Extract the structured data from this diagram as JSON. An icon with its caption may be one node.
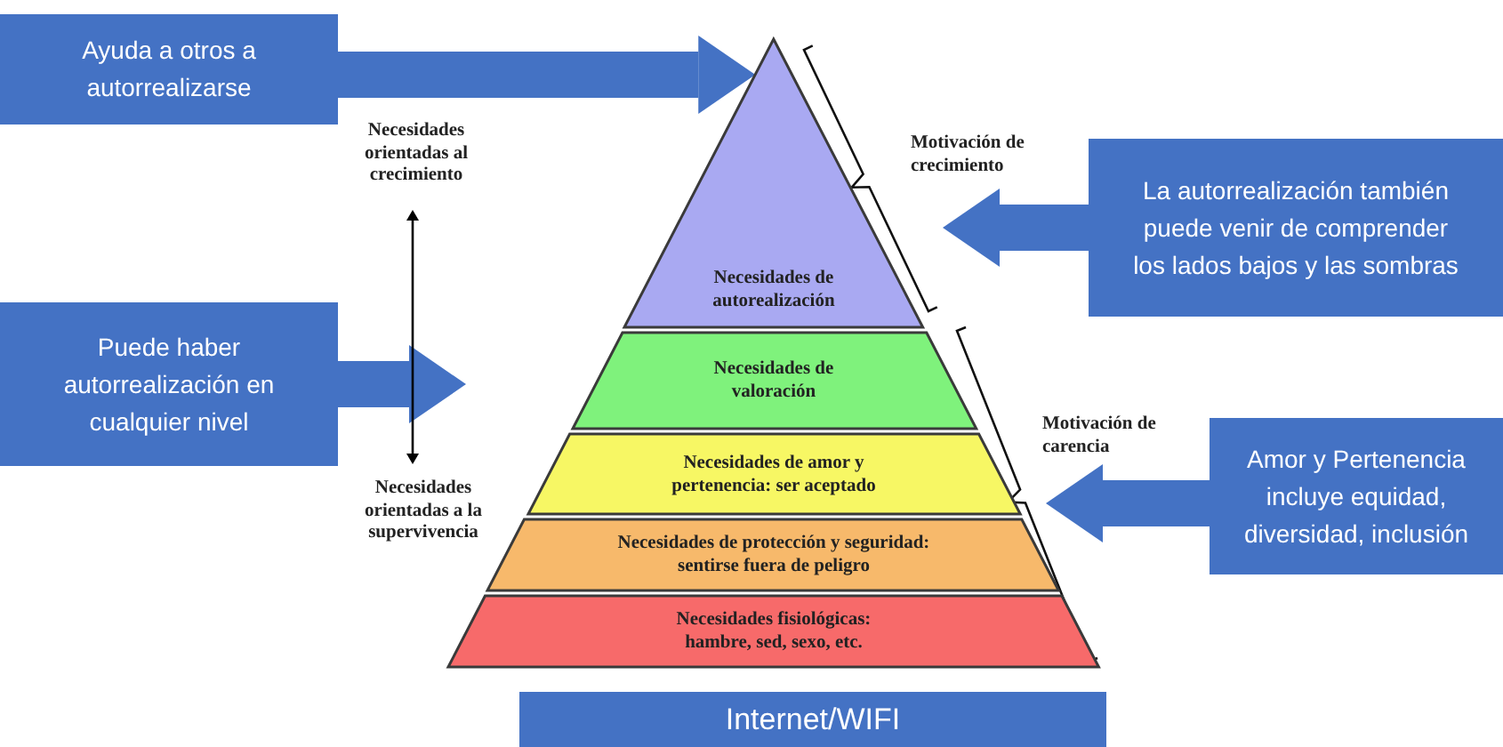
{
  "diagram": {
    "nodes": [
      {
        "text": [
          "Ayuda a otros a autorrealizarse"
        ]
      },
      {
        "text": [
          "Puede haber autorrealización en cualquier nivel"
        ]
      },
      {
        "text": [
          "La autorrealización también puede venir de comprender los lados bajos y las sombras"
        ]
      },
      {
        "text": [
          "Amor y Pertenencia incluye equidad, diversidad, inclusión"
        ]
      },
      {
        "text": [
          "Necesidades orientadas al crecimiento"
        ]
      },
      {
        "text": [
          "Necesidades orientadas a la supervivencia"
        ]
      },
      {
        "text": [
          "Necesidades de autorealización"
        ]
      },
      {
        "text": [
          "Necesidades de valoración"
        ]
      },
      {
        "text": [
          "Necesidades de amor y pertenencia: ser aceptado"
        ]
      },
      {
        "text": [
          "Necesidades de protección y seguridad: sentirse fuera de peligro"
        ]
      },
      {
        "text": [
          "Necesidades fisiológicas: hambre, sed, sexo, etc."
        ]
      },
      {
        "text": [
          "Internet/WIFI"
        ]
      }
    ],
    "edges": [
      {
        "from": 0,
        "to": 6,
        "arrow": "to"
      },
      {
        "from": 1,
        "to": 7,
        "arrow": "to"
      },
      {
        "from": 2,
        "to": 6,
        "arrow": "to"
      },
      {
        "from": 3,
        "to": 8,
        "arrow": "to"
      },
      {
        "from": 4,
        "to": 5,
        "arrow": "both",
        "color": "#000000"
      }
    ],
    "labels": [
      "Motivación de crecimiento",
      "Motivación de carencia"
    ]
  }
}
